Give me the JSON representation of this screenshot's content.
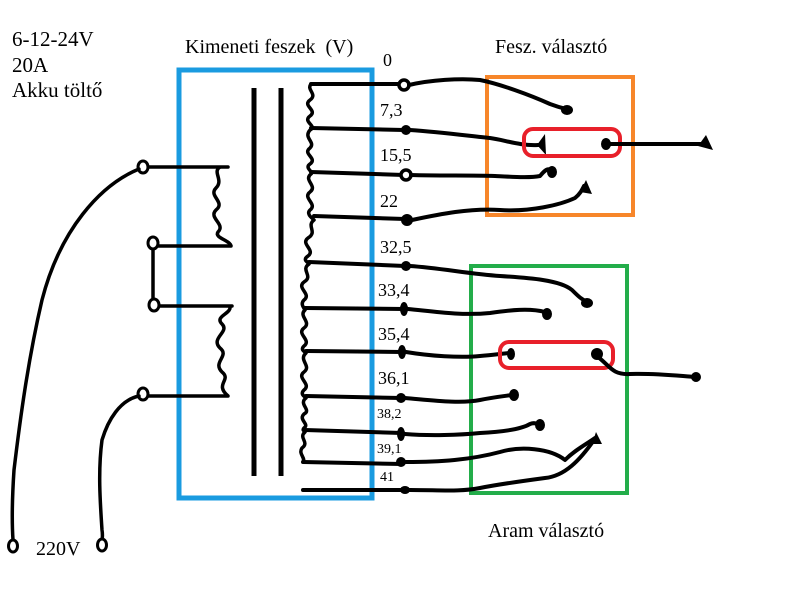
{
  "title_block": {
    "line1": "6-12-24V",
    "line2": "20A",
    "line3": "Akku töltő"
  },
  "transformer": {
    "label": "Kimeneti feszek  (V)",
    "frame_color": "#1a9be0",
    "primary_input_label": "220V",
    "taps": [
      "0",
      "7,3",
      "15,5",
      "22",
      "32,5",
      "33,4",
      "35,4",
      "36,1",
      "38,2",
      "39,1",
      "41"
    ]
  },
  "voltage_selector": {
    "label": "Fesz. választó",
    "frame_color": "#f7862a",
    "selection_color": "#e8202a"
  },
  "current_selector": {
    "label": "Aram választó",
    "frame_color": "#23ad4a",
    "selection_color": "#e8202a"
  },
  "colors": {
    "wire": "#000000",
    "background": "#ffffff"
  }
}
